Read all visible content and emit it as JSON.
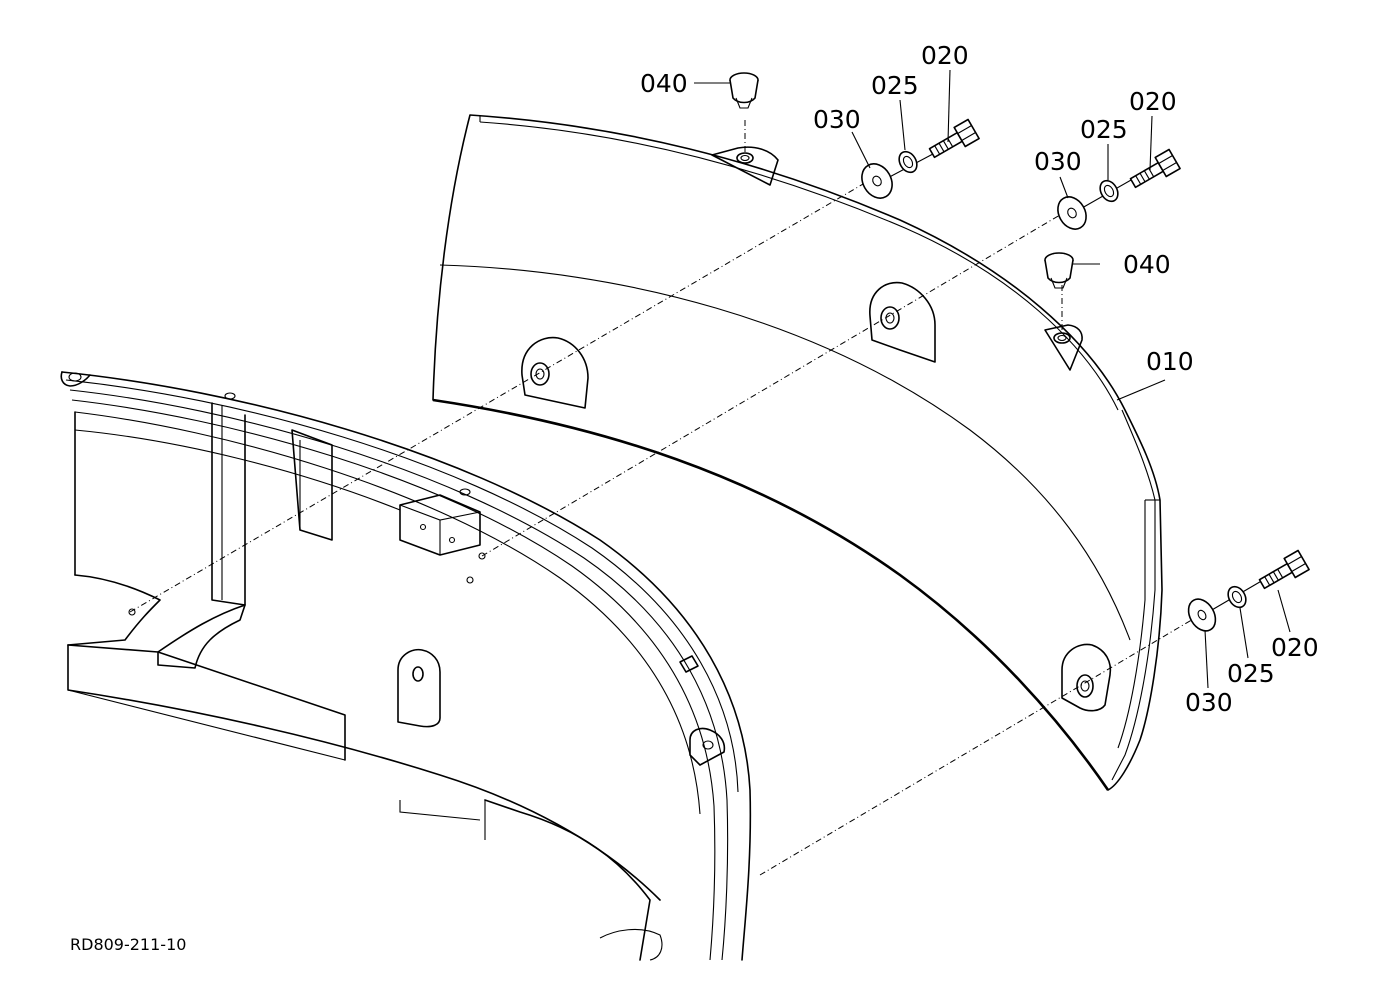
{
  "diagram": {
    "reference": "RD809-211-10",
    "callouts": [
      {
        "id": "c1",
        "text": "040"
      },
      {
        "id": "c2",
        "text": "030"
      },
      {
        "id": "c3",
        "text": "025"
      },
      {
        "id": "c4",
        "text": "020"
      },
      {
        "id": "c5",
        "text": "030"
      },
      {
        "id": "c6",
        "text": "025"
      },
      {
        "id": "c7",
        "text": "020"
      },
      {
        "id": "c8",
        "text": "040"
      },
      {
        "id": "c9",
        "text": "010"
      },
      {
        "id": "c10",
        "text": "020"
      },
      {
        "id": "c11",
        "text": "025"
      },
      {
        "id": "c12",
        "text": "030"
      }
    ]
  }
}
